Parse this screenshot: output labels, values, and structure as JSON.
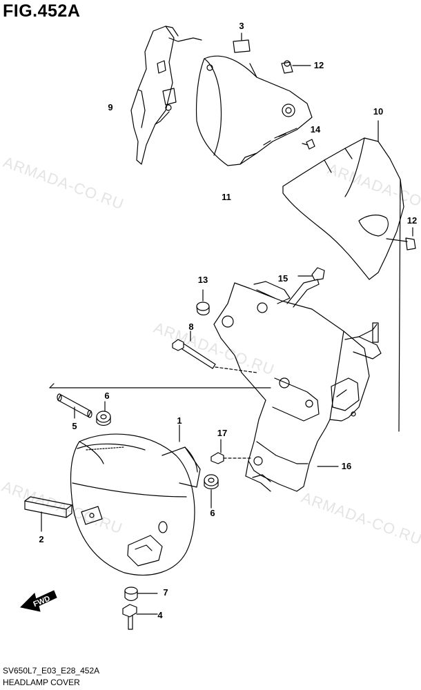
{
  "figure": {
    "title": "FIG.452A",
    "code": "SV650L7_E03_E28_452A",
    "name": "HEADLAMP COVER"
  },
  "watermark": "ARMADA-CO.RU",
  "fwd_label": "FWD",
  "callouts": {
    "c1": "1",
    "c2": "2",
    "c3": "3",
    "c4": "4",
    "c5": "5",
    "c6a": "6",
    "c6b": "6",
    "c7": "7",
    "c8": "8",
    "c9": "9",
    "c10": "10",
    "c11": "11",
    "c12a": "12",
    "c12b": "12",
    "c13": "13",
    "c14": "14",
    "c15": "15",
    "c16": "16",
    "c17": "17"
  }
}
